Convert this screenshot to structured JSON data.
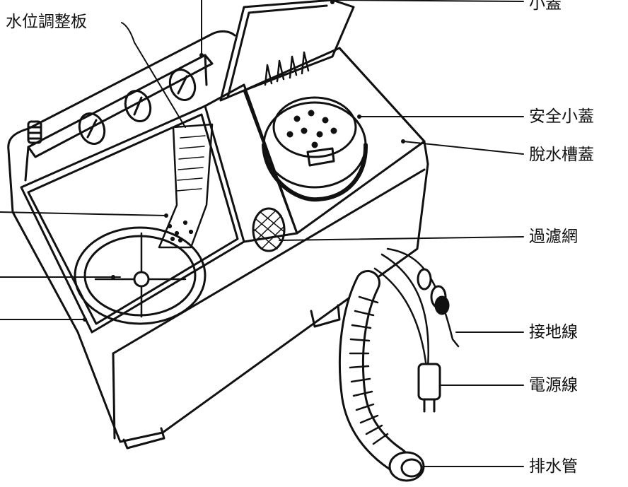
{
  "labels": {
    "water_level_board": "水位調整板",
    "small_lid": "小蓋",
    "safety_small_lid": "安全小蓋",
    "spin_tub_lid": "脫水槽蓋",
    "filter_net": "過濾網",
    "ground_wire": "接地線",
    "power_cord": "電源線",
    "drain_hose": "排水管"
  }
}
